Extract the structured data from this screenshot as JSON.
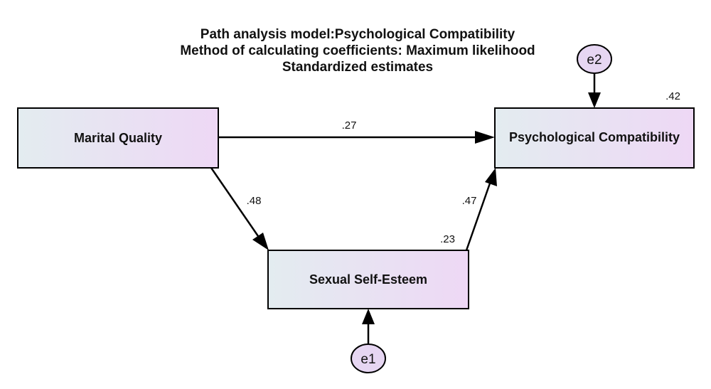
{
  "title": {
    "line1": "Path analysis model:Psychological Compatibility",
    "line2": "Method of calculating coefficients: Maximum likelihood",
    "line3": "Standardized estimates"
  },
  "nodes": {
    "marital_quality": {
      "label": "Marital Quality"
    },
    "psychological_compatibility": {
      "label": "Psychological Compatibility",
      "r_squared": ".42"
    },
    "sexual_self_esteem": {
      "label": "Sexual Self-Esteem",
      "r_squared": ".23"
    }
  },
  "errors": {
    "e1": {
      "label": "e1"
    },
    "e2": {
      "label": "e2"
    }
  },
  "paths": {
    "marital_to_psych": ".27",
    "marital_to_sexual": ".48",
    "sexual_to_psych": ".47"
  },
  "colors": {
    "box_fill_left": "#e3ecf0",
    "box_fill_right": "#eed8f5",
    "error_fill": "#e6d6f2",
    "stroke": "#000000"
  }
}
